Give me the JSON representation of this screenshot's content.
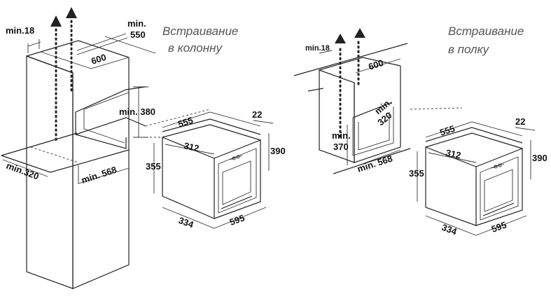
{
  "left": {
    "caption_line1": "Встраивание",
    "caption_line2": "в колонну",
    "labels": {
      "min18": "min.18",
      "min_word": "min.",
      "depth550": "550",
      "width600": "600",
      "min380": "min. 380",
      "min320": "min.320",
      "min568": "min. 568"
    },
    "oven": {
      "d555": "555",
      "d22": "22",
      "d312": "312",
      "d390": "390",
      "d355": "355",
      "d334": "334",
      "d595": "595"
    }
  },
  "right": {
    "caption_line1": "Встраивание",
    "caption_line2": "в полку",
    "labels": {
      "min18": "min.18",
      "width600": "600",
      "min320": "min.\n320",
      "min320_a": "min.",
      "min320_b": "320",
      "min370_a": "min.",
      "min370_b": "370",
      "min568": "min. 568"
    },
    "oven": {
      "d555": "555",
      "d22": "22",
      "d312": "312",
      "d390": "390",
      "d355": "355",
      "d334": "334",
      "d595": "595"
    }
  },
  "icons": {
    "airflow": "up-arrow-icon"
  }
}
